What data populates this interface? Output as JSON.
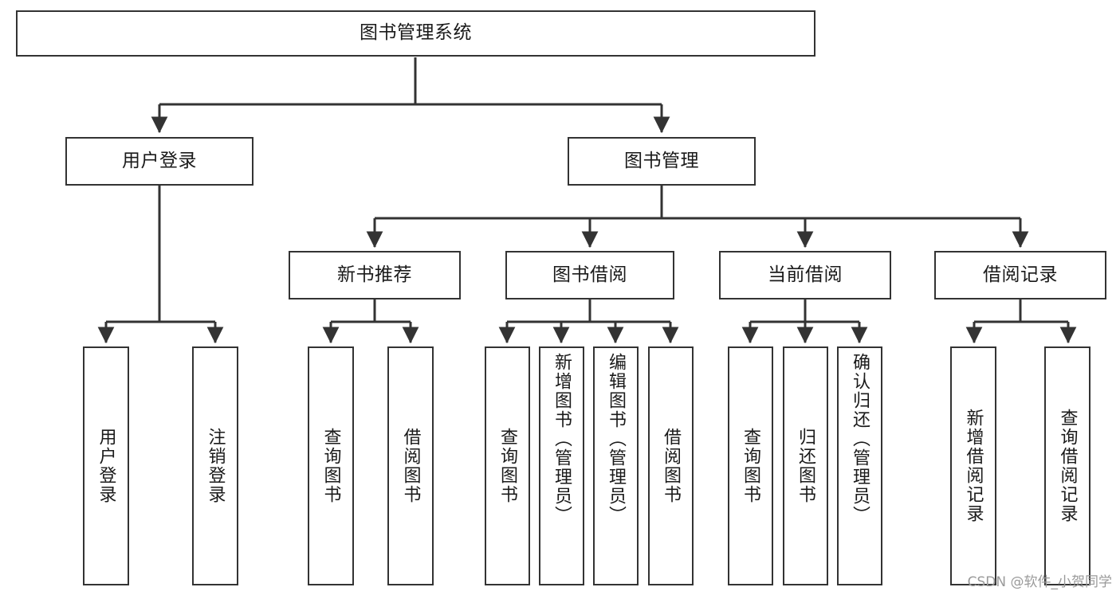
{
  "diagram": {
    "title": "图书管理系统",
    "watermark": "CSDN @软件_小贺同学",
    "line_color": "#333333",
    "box_border_color": "#333333",
    "box_fill_color": "#ffffff",
    "text_color": "#1a1a1a",
    "background_color": "#ffffff"
  },
  "nodes": {
    "root": {
      "label": "图书管理系统"
    },
    "level1": [
      {
        "label": "用户登录"
      },
      {
        "label": "图书管理"
      }
    ],
    "level2": [
      {
        "label": "新书推荐"
      },
      {
        "label": "图书借阅"
      },
      {
        "label": "当前借阅"
      },
      {
        "label": "借阅记录"
      }
    ],
    "leaves": {
      "user_login": [
        {
          "label": "用户登录"
        },
        {
          "label": "注销登录"
        }
      ],
      "new_book": [
        {
          "label": "查询图书"
        },
        {
          "label": "借阅图书"
        }
      ],
      "borrow": [
        {
          "label": "查询图书"
        },
        {
          "label": "新增图书（管理员）"
        },
        {
          "label": "编辑图书（管理员）"
        },
        {
          "label": "借阅图书"
        }
      ],
      "current": [
        {
          "label": "查询图书"
        },
        {
          "label": "归还图书"
        },
        {
          "label": "确认归还（管理员）"
        }
      ],
      "records": [
        {
          "label": "新增借阅记录"
        },
        {
          "label": "查询借阅记录"
        }
      ]
    }
  }
}
